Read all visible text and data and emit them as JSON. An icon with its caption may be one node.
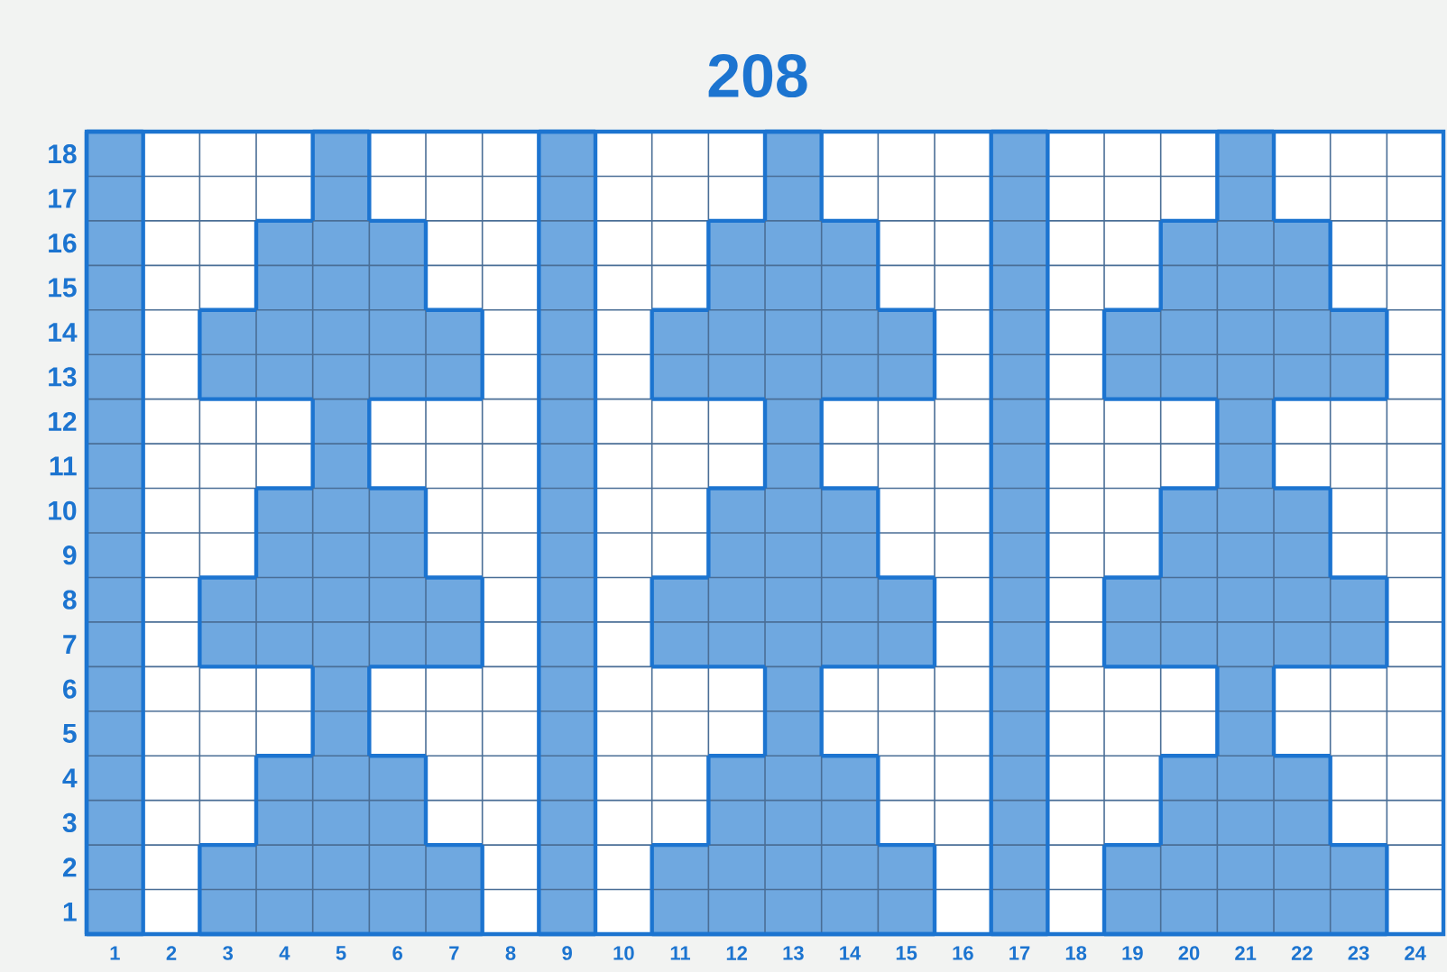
{
  "diagram": {
    "title": "208",
    "labels": [
      "18",
      "17",
      "16",
      "15",
      "14",
      "13",
      "12",
      "11",
      "10",
      "9",
      "8",
      "7",
      "6",
      "5",
      "4",
      "3",
      "2",
      "1",
      "1",
      "2",
      "3",
      "4",
      "5",
      "6",
      "7",
      "8",
      "9",
      "10",
      "11",
      "12",
      "13",
      "14",
      "15",
      "16",
      "17",
      "18",
      "19",
      "20",
      "21",
      "22",
      "23",
      "24"
    ]
  }
}
